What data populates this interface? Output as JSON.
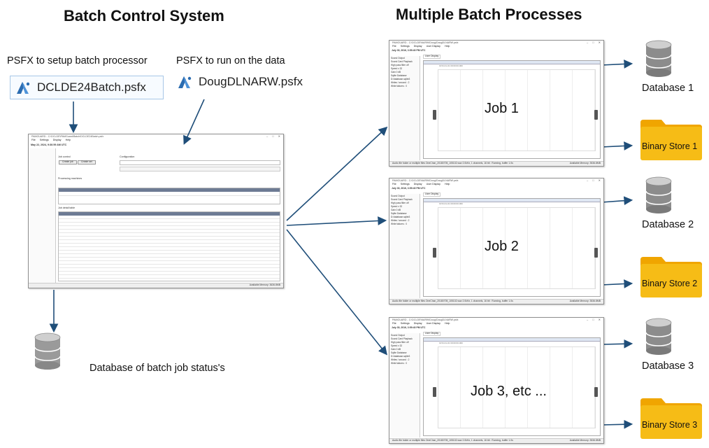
{
  "titles": {
    "left": "Batch Control System",
    "right": "Multiple Batch Processes"
  },
  "setup": {
    "caption": "PSFX to setup batch processor",
    "file": "DCLDE24Batch.psfx"
  },
  "run": {
    "caption": "PSFX to run on the data",
    "file": "DougDLNARW.psfx"
  },
  "batch_window": {
    "title": "PAMGUARD - C:\\DCLDE\\PAMGuard\\Batch\\DCLDE24Batch.psfx",
    "menu": [
      "File",
      "Settings",
      "Display",
      "Help"
    ],
    "date": "May 22, 2024, 9:36:59 AM UTC",
    "job_control": "Job control",
    "configuration": "Configuration",
    "create_job": "Create job",
    "create_set": "Create set",
    "processing_machines": "Processing machines",
    "job_detail_table": "Job detail table",
    "status": "Available Memory: 3636.8MB"
  },
  "status_db_label": "Database of batch job status's",
  "jobs": [
    {
      "label": "Job 1",
      "database": "Database 1",
      "store": "Binary Store 1"
    },
    {
      "label": "Job 2",
      "database": "Database 2",
      "store": "Binary Store 2"
    },
    {
      "label": "Job 3, etc ...",
      "database": "Database 3",
      "store": "Binary Store 3"
    }
  ],
  "job_window": {
    "title": "PAMGUARD - C:\\DCLDE\\NARW\\Doug\\DougDLNARW.psfx",
    "menu": [
      "File",
      "Settings",
      "Display",
      "User Display",
      "Help"
    ],
    "date": "July 30, 2016, 3:59:40 PM UTC",
    "tab": "User Display",
    "sidebar": [
      "Sound Output",
      "Sound Card Playback",
      "High pass filter off",
      "Speed x 32",
      "Gain 0 dB",
      "Sqlite Database",
      "D:\\database.sqlite3",
      "Writes / second : 2",
      "Write failures : 0"
    ],
    "plot_date": "1972-01-01 00:00:00.000",
    "status_left": "Audio file folder or multiple files OneChan_20180705_105102.wav 2.0kHz, 1 channels, 16 bit : Running, buffer 1.0s",
    "status_right": "Available Memory: 3536.8MB"
  },
  "colors": {
    "arrow": "#1f4e79",
    "folder": "#f6bc16",
    "folder_dark": "#f0a500",
    "db_body": "#8c8c8c"
  },
  "icons": [
    "file-icon",
    "database-icon",
    "folder-icon",
    "arrow"
  ]
}
